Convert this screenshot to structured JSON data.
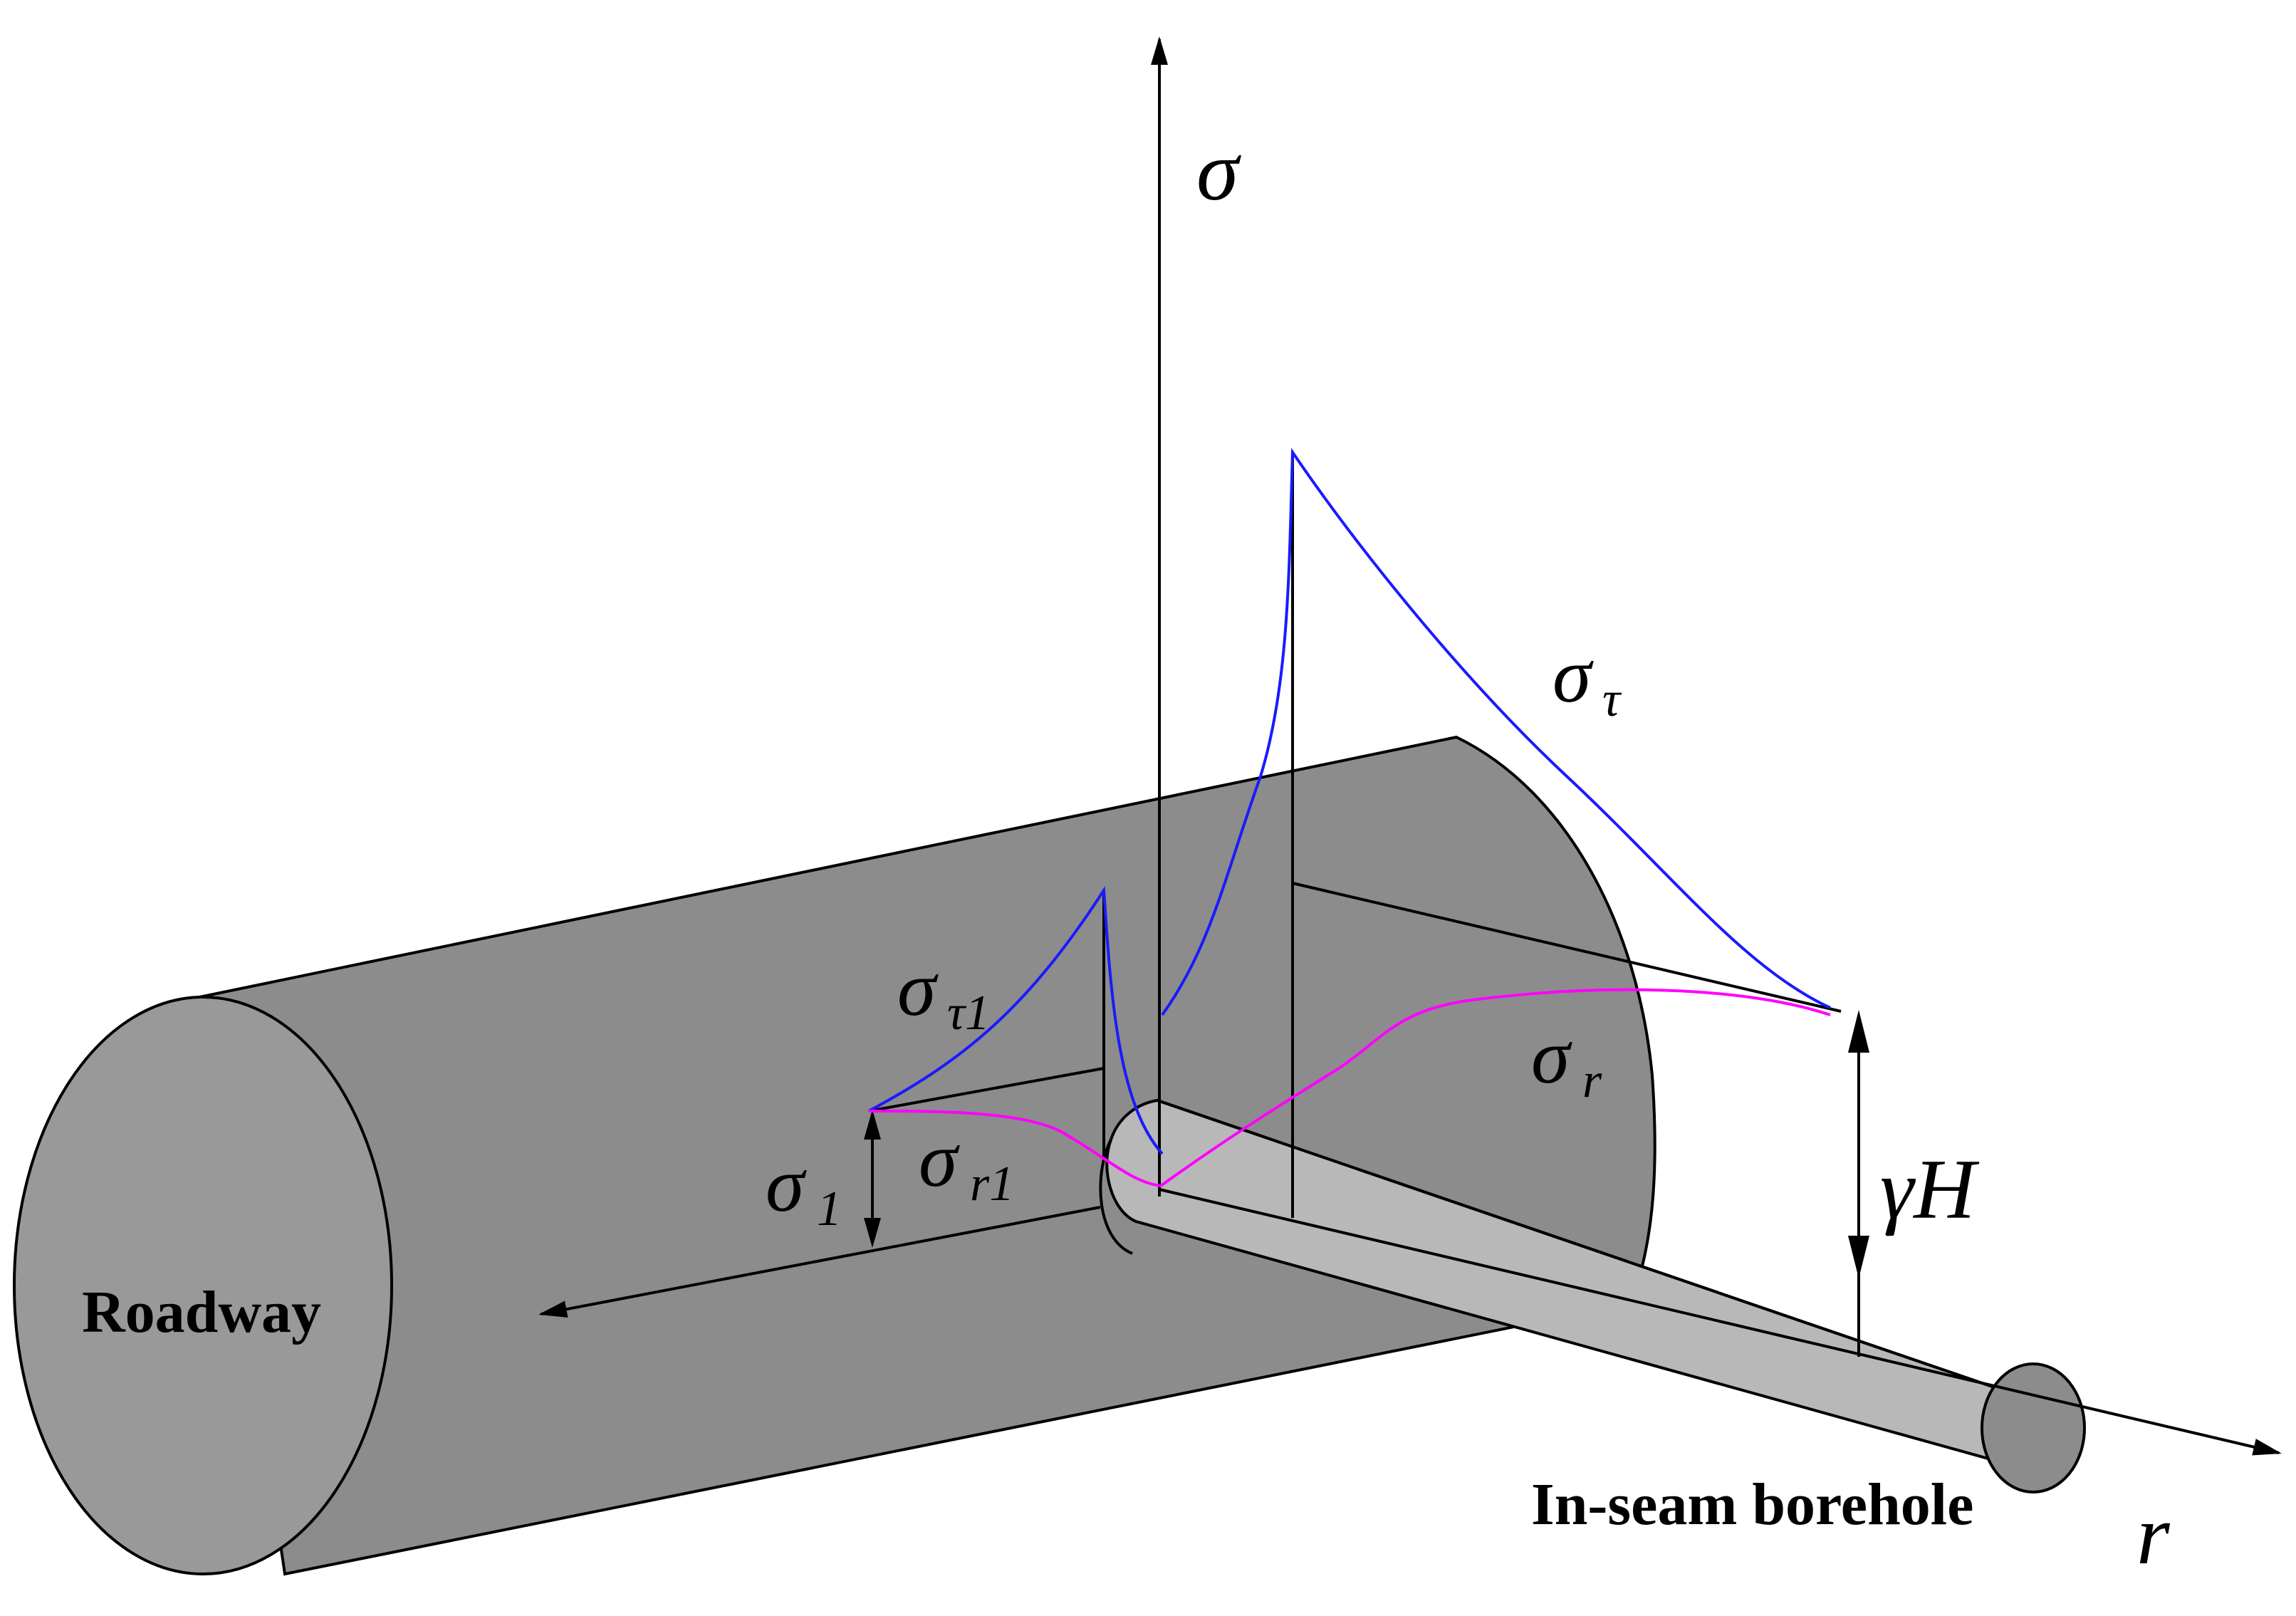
{
  "labels": {
    "sigma": "σ",
    "sigma_tau": "σ",
    "sigma_tau_sub": "τ",
    "sigma_tau1": "σ",
    "sigma_tau1_sub": "τ1",
    "sigma_r": "σ",
    "sigma_r_sub": "r",
    "sigma_r1": "σ",
    "sigma_r1_sub": "r1",
    "sigma_1": "σ",
    "sigma_1_sub": "1",
    "gamma_h": "γH",
    "r_axis": "r",
    "roadway": "Roadway",
    "borehole": "In-seam borehole"
  },
  "colors": {
    "cylinder_body": "#8c8c8c",
    "cylinder_face": "#999999",
    "borehole_body": "#b8b8b8",
    "tangential_stress": "#1a1aff",
    "radial_stress": "#ff00ff"
  }
}
